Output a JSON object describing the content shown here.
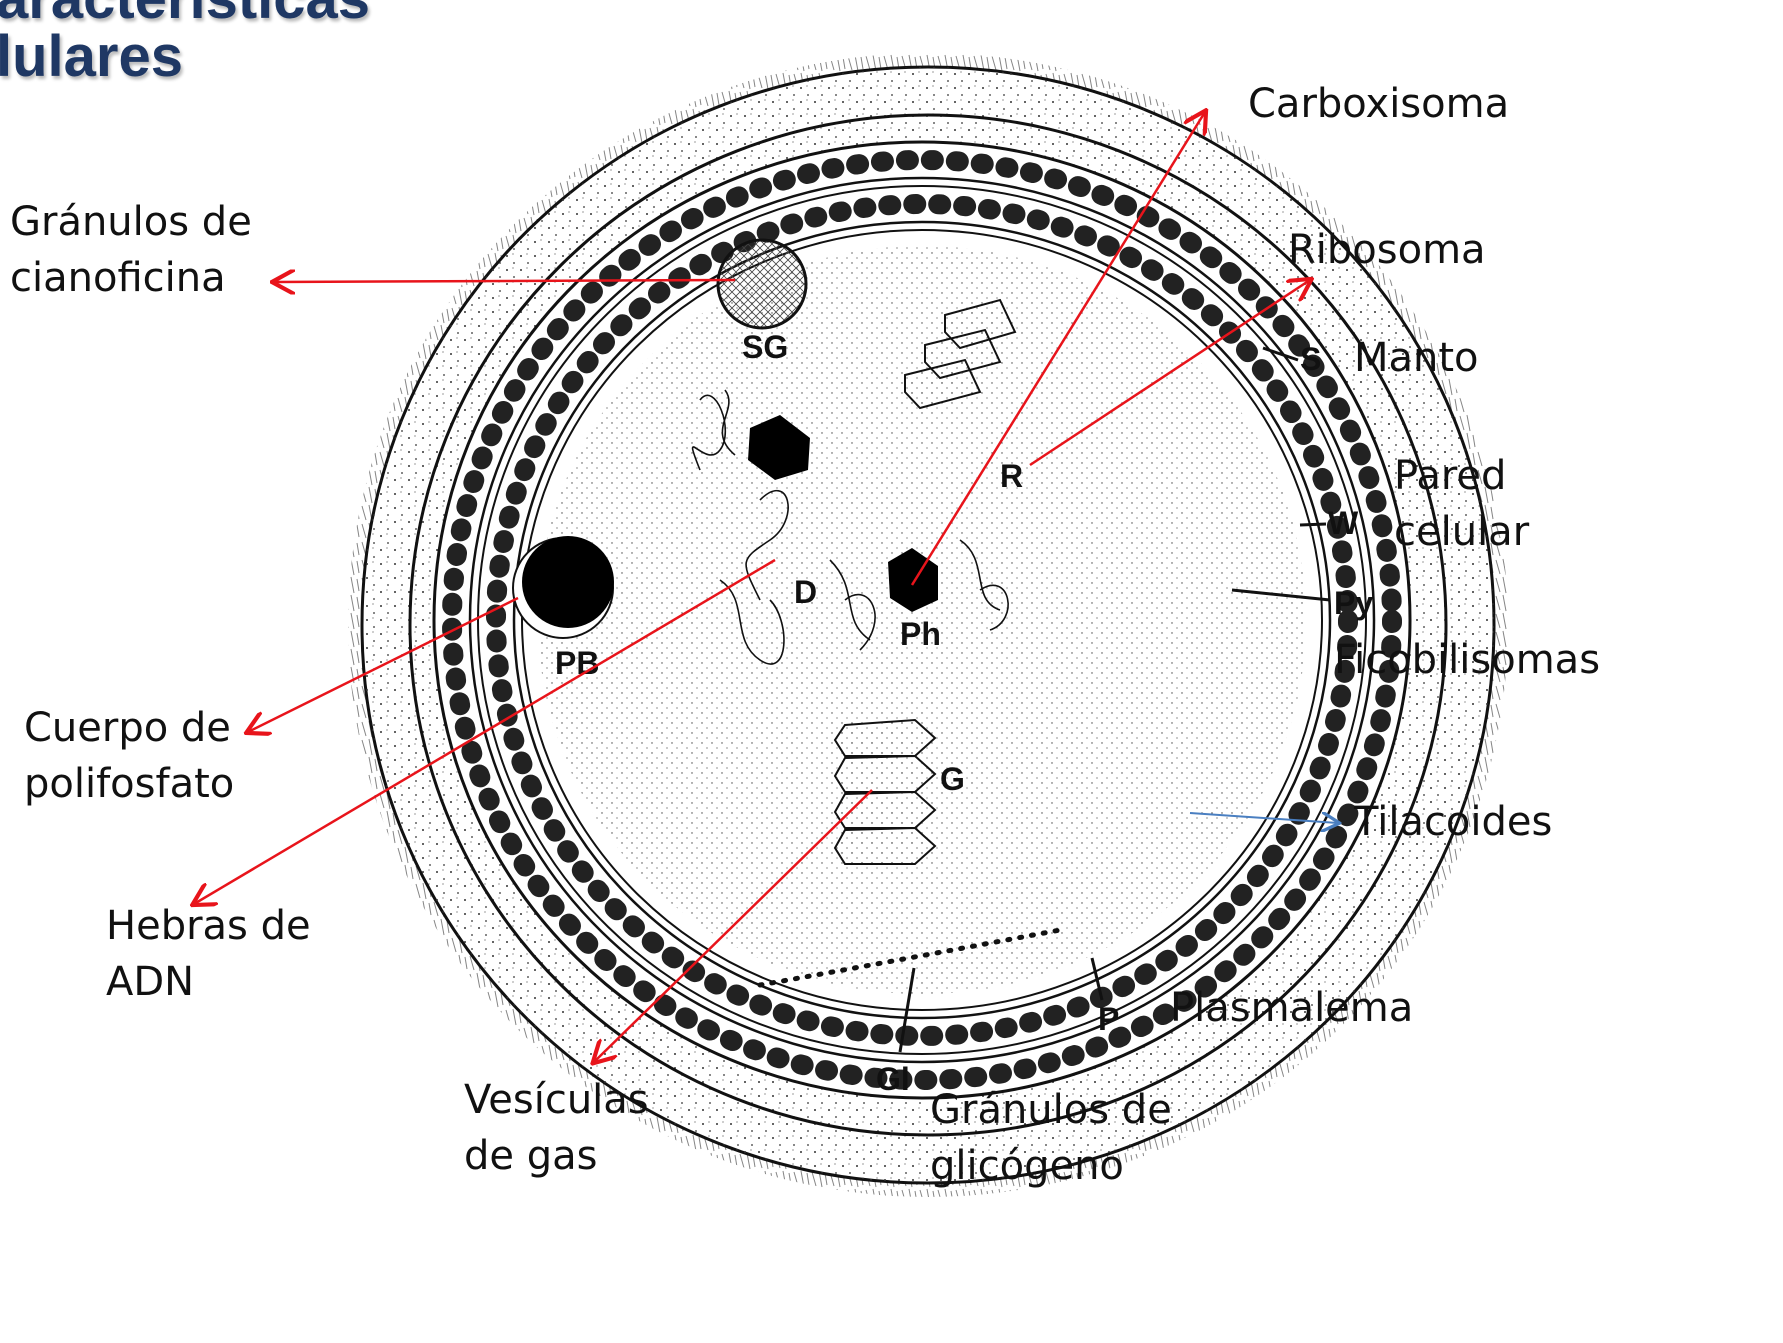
{
  "title": {
    "line1": "aracterísticas",
    "line2": "lulares"
  },
  "structure_codes": {
    "sg": "SG",
    "r": "R",
    "d": "D",
    "ph": "Ph",
    "pb": "PB",
    "g": "G",
    "gl": "Gl",
    "s": "S",
    "w": "W",
    "py": "Py",
    "p": "P"
  },
  "callouts": {
    "carboxisoma": "Carboxisoma",
    "granulos_cianoficina_1": "Gránulos de",
    "granulos_cianoficina_2": "cianoficina",
    "ribosoma": "Ribosoma",
    "manto": "Manto",
    "pared_1": "Pared",
    "pared_2": "celular",
    "ficobilisomas": "Ficobilisomas",
    "cuerpo_1": "Cuerpo de",
    "cuerpo_2": "polifosfato",
    "tilacoides": "Tilacoides",
    "hebras_1": "Hebras de",
    "hebras_2": "ADN",
    "plasmalema": "Plasmalema",
    "vesiculas_1": "Vesículas",
    "vesiculas_2": "de gas",
    "glicogeno_1": "Gránulos de",
    "glicogeno_2": "glicógeno"
  },
  "colors": {
    "title": "#1f3864",
    "pointer_red": "#e8141b",
    "pointer_blue": "#4a7fc1",
    "ink": "#111111"
  }
}
